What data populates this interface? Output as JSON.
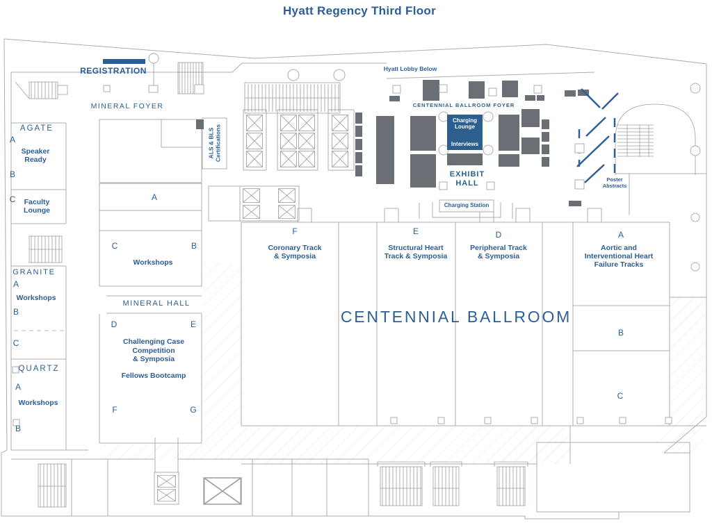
{
  "title": "Hyatt Regency Third Floor",
  "colors": {
    "accent_blue": "#2b5e97",
    "booth_gray": "#6a6f76",
    "charging_lounge_blue": "#2d5f8e",
    "wall_gray": "#a9adb2"
  },
  "top": {
    "registration": "REGISTRATION",
    "hyatt_lobby_below": "Hyatt Lobby Below"
  },
  "foyer": {
    "mineral_foyer": "MINERAL FOYER",
    "centennial_ballroom_foyer": "CENTENNIAL BALLROOM FOYER",
    "als_bls": "ALS & BLS\nCertifications",
    "charging_lounge": "Charging\nLounge",
    "interviews": "Interviews",
    "exhibit_hall": "EXHIBIT\nHALL",
    "poster_abstracts": "Poster\nAbstracts",
    "charging_station": "Charging Station"
  },
  "agate": {
    "name": "AGATE",
    "a": "A",
    "b": "B",
    "c": "C",
    "speaker_ready": "Speaker\nReady",
    "faculty_lounge": "Faculty\nLounge"
  },
  "mineral_rooms": {
    "a": "A",
    "b": "B",
    "c": "C",
    "workshops": "Workshops"
  },
  "mineral_hall": {
    "name": "MINERAL HALL",
    "d": "D",
    "e": "E",
    "f": "F",
    "g": "G",
    "challenging_case": "Challenging Case\nCompetition\n& Symposia",
    "fellows_bootcamp": "Fellows Bootcamp"
  },
  "granite": {
    "name": "GRANITE",
    "a": "A",
    "b": "B",
    "c": "C",
    "workshops": "Workshops"
  },
  "quartz": {
    "name": "QUARTZ",
    "a": "A",
    "b": "B",
    "workshops": "Workshops"
  },
  "ballroom": {
    "name": "CENTENNIAL BALLROOM",
    "sections": {
      "f": {
        "letter": "F",
        "track": "Coronary Track\n& Symposia"
      },
      "e": {
        "letter": "E",
        "track": "Structural Heart\nTrack & Symposia"
      },
      "d": {
        "letter": "D",
        "track": "Peripheral Track\n& Symposia"
      },
      "a": {
        "letter": "A",
        "track": "Aortic and\nInterventional Heart\nFailure Tracks"
      },
      "b": {
        "letter": "B"
      },
      "c": {
        "letter": "C"
      }
    }
  }
}
